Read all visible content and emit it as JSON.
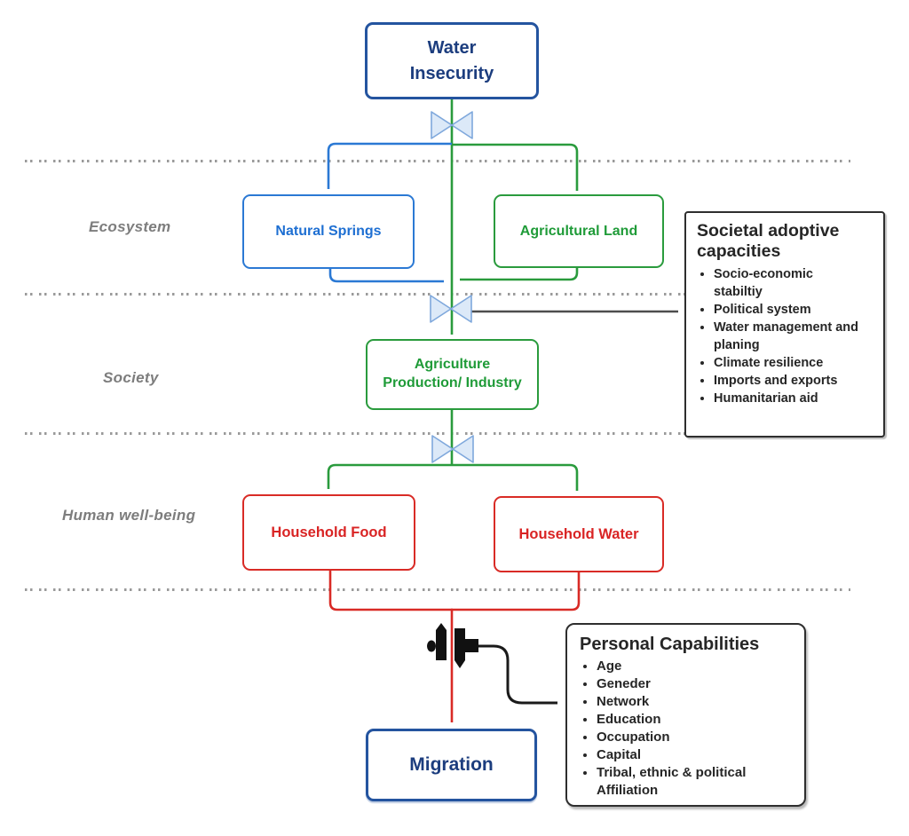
{
  "nodes": {
    "water_insecurity": {
      "label": "Water\nInsecurity"
    },
    "natural_springs": {
      "label": "Natural Springs"
    },
    "agricultural_land": {
      "label": "Agricultural Land"
    },
    "agriculture_production": {
      "label": "Agriculture\nProduction/ Industry"
    },
    "household_food": {
      "label": "Household Food"
    },
    "household_water": {
      "label": "Household Water"
    },
    "migration": {
      "label": "Migration"
    }
  },
  "section_labels": {
    "ecosystem": "Ecosystem",
    "society": "Society",
    "human_wellbeing": "Human well-being"
  },
  "societal_capacities": {
    "title": "Societal adoptive capacities",
    "items": [
      "Socio-economic stabiltiy",
      "Political system",
      "Water management and planing",
      "Climate resilience",
      "Imports and exports",
      "Humanitarian aid"
    ]
  },
  "personal_capabilities": {
    "title": "Personal Capabilities",
    "items": [
      "Age",
      "Geneder",
      "Network",
      "Education",
      "Occupation",
      "Capital",
      "Tribal, ethnic & political Affiliation"
    ]
  },
  "icons": {
    "valve": "bowtie-valve-icon",
    "pump": "pump-valve-icon"
  },
  "colors": {
    "navy_border": "#24549f",
    "navy_text": "#1c3d7e",
    "blue": "#2b79d4",
    "green": "#2a9b3d",
    "red": "#d92b26",
    "section_label_gray": "#7d7d7d",
    "info_box_dark": "#2e2e2e",
    "valve_fill": "#dce9f8",
    "valve_stroke": "#7fa8dc",
    "connector_gray": "#4d4d4d",
    "connector_black": "#1a1a1a",
    "dotted_line": "#9a9a9a"
  }
}
